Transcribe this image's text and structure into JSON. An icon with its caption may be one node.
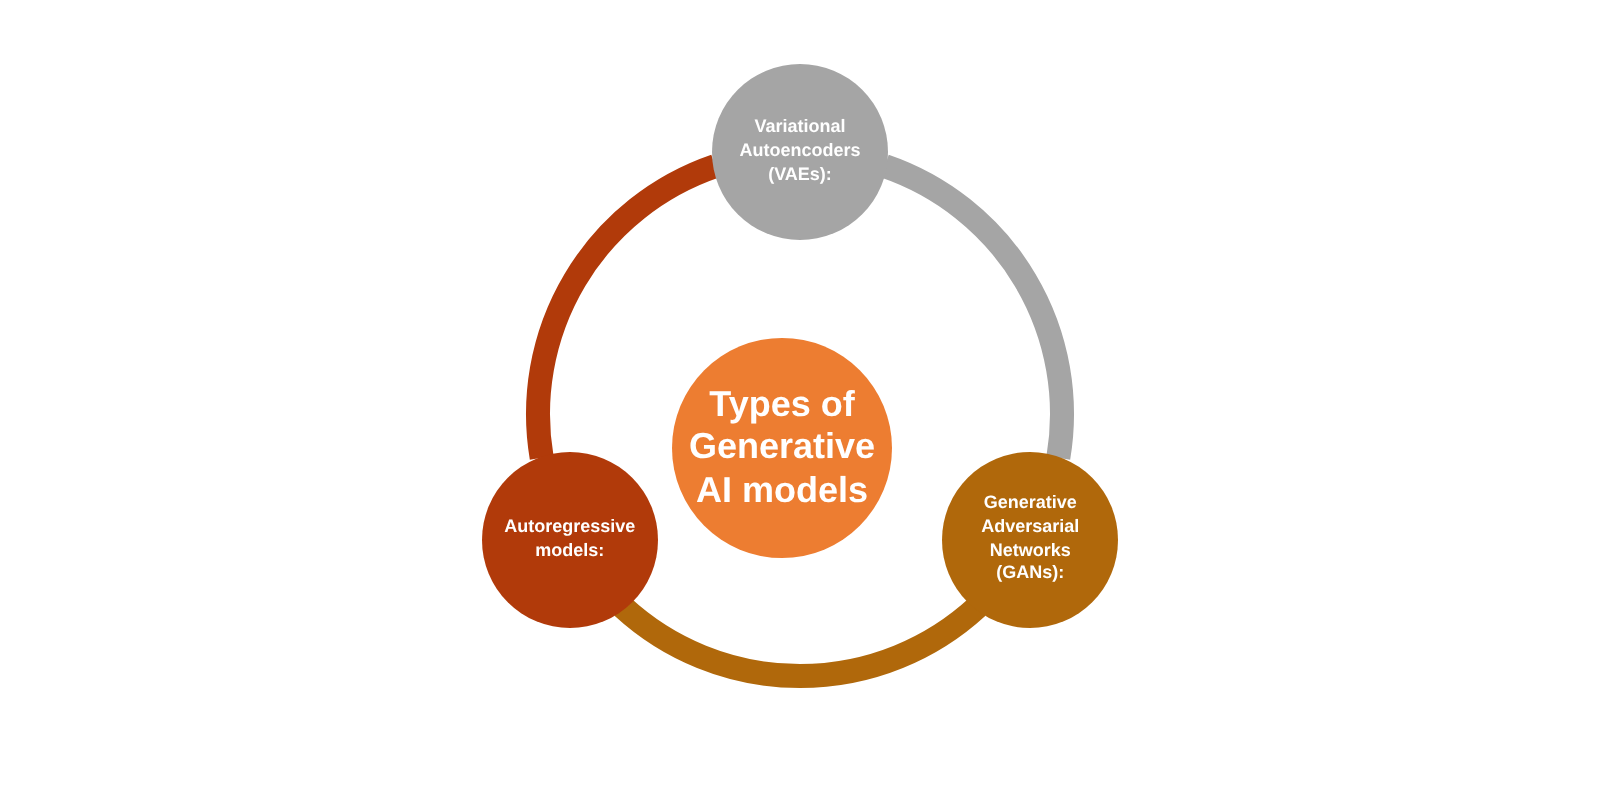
{
  "diagram": {
    "nodes": [
      {
        "text": [
          "Variational Autoencoders (VAEs):"
        ]
      },
      {
        "text": [
          "Types of Generative AI models"
        ]
      },
      {
        "text": [
          "Autoregressive models:"
        ]
      },
      {
        "text": [
          "Generative Adversarial Networks (GANs):"
        ]
      }
    ],
    "edges": [
      {
        "from": 0,
        "to": 3,
        "arrow": "none",
        "color": "#a5a5a5"
      },
      {
        "from": 3,
        "to": 2,
        "arrow": "none",
        "color": "#b0680b"
      },
      {
        "from": 2,
        "to": 0,
        "arrow": "none",
        "color": "#b13a0a"
      }
    ]
  }
}
